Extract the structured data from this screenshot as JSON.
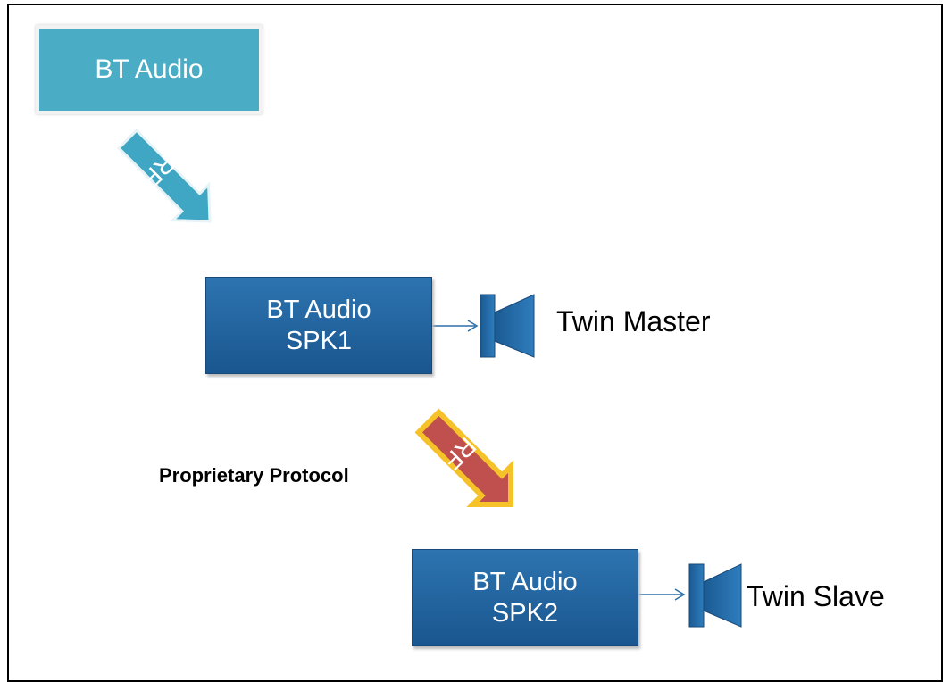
{
  "source": {
    "label": "BT Audio"
  },
  "devices": [
    {
      "line1": "BT Audio",
      "line2": "SPK1",
      "role": "Twin Master"
    },
    {
      "line1": "BT Audio",
      "line2": "SPK2",
      "role": "Twin Slave"
    }
  ],
  "links": {
    "rf_top_text": "RF",
    "rf_bottom_text": "RF",
    "protocol_label": "Proprietary Protocol"
  },
  "colors": {
    "source_fill": "#4aacc5",
    "device_fill": "#1f5f9a",
    "rf_top_arrow": "#3fa7c4",
    "rf_bottom_arrow": "#c0504d",
    "rf_bottom_outline": "#f6c22a"
  },
  "icons": [
    "speaker-icon",
    "arrow-icon"
  ]
}
